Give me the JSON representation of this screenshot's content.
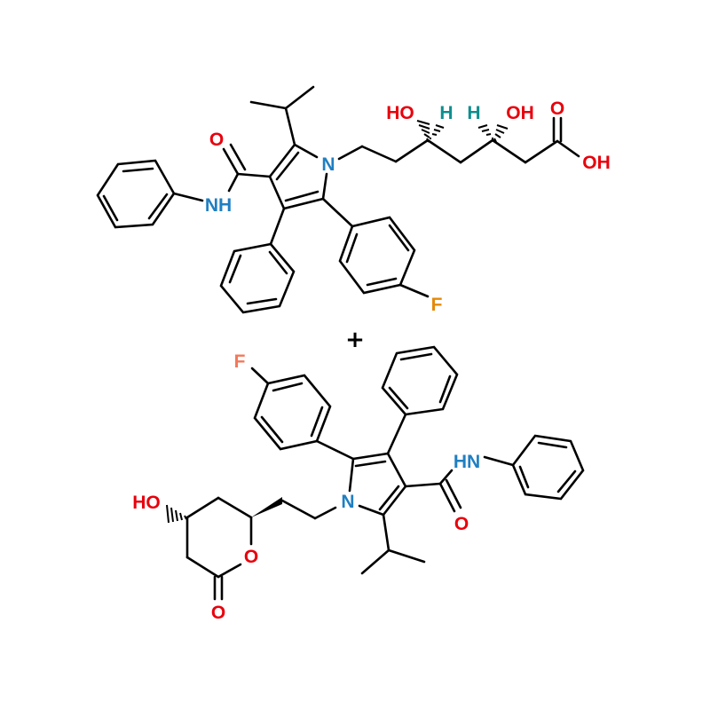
{
  "colors": {
    "bond": "#000000",
    "oxygen": "#e8000b",
    "nitrogen": "#1f7fc2",
    "fluorine_top": "#e38a08",
    "fluorine_bottom": "#f2785a",
    "hydrogen_stereo": "#0e8e8e"
  },
  "separator": "+",
  "molecule_top": {
    "labels": {
      "carbonyl_o": "O",
      "amide_nh": "NH",
      "ring_n": "N",
      "ho_left": "HO",
      "h_left": "H",
      "h_right": "H",
      "oh_right": "OH",
      "acid_o": "O",
      "acid_oh": "OH",
      "fluorine": "F"
    }
  },
  "molecule_bottom": {
    "labels": {
      "fluorine": "F",
      "amide_nh": "HN",
      "ring_n": "N",
      "carbonyl_o": "O",
      "ho": "HO",
      "ring_o": "O",
      "lactone_o": "O"
    }
  }
}
